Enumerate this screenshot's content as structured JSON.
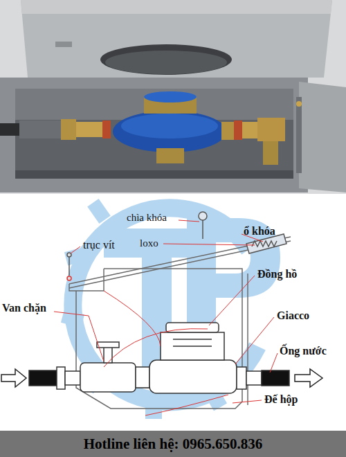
{
  "diagram": {
    "nodes": [
      {
        "text": [
          "Hotline liên hệ: 0965.650.836"
        ]
      }
    ],
    "labels": [
      "chìa khóa",
      "ổ khóa",
      "loxo",
      "trục vít",
      "Đồng hồ",
      "Van chặn",
      "Giacco",
      "Ống nước",
      "Đế hộp"
    ]
  }
}
